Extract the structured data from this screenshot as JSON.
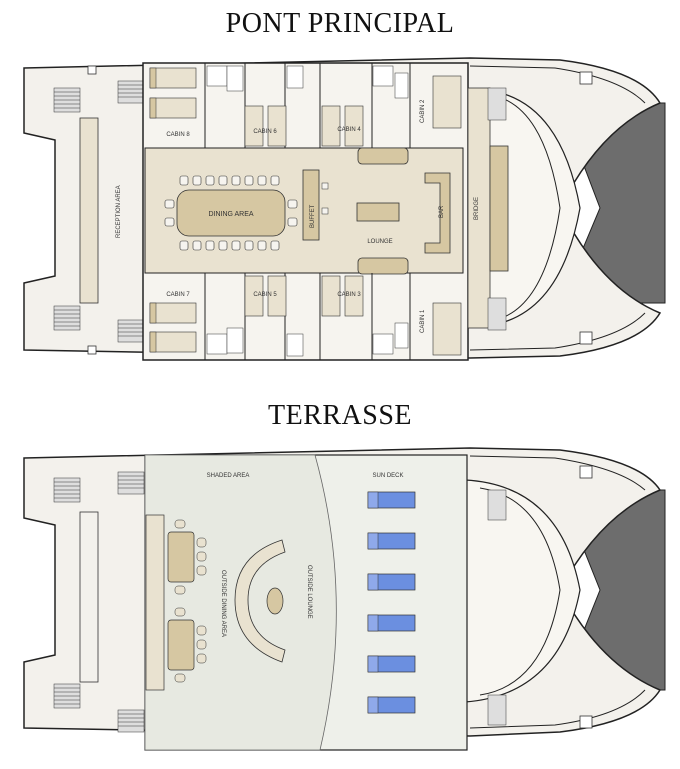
{
  "main_deck": {
    "title": "PONT PRINCIPAL",
    "rooms": {
      "reception": "RECEPTION AREA",
      "dining": "DINING AREA",
      "buffet": "BUFFET",
      "lounge": "LOUNGE",
      "bar": "BAR",
      "bridge": "BRIDGE",
      "cabin1": "CABIN 1",
      "cabin2": "CABIN 2",
      "cabin3": "CABIN 3",
      "cabin4": "CABIN 4",
      "cabin5": "CABIN 5",
      "cabin6": "CABIN 6",
      "cabin7": "CABIN 7",
      "cabin8": "CABIN 8"
    }
  },
  "sun_deck": {
    "title": "TERRASSE",
    "areas": {
      "shaded": "SHADED AREA",
      "sun_deck": "SUN DECK",
      "outside_dining": "OUTSIDE DINING AREA",
      "outside_lounge": "OUTSIDE LOUNGE"
    },
    "sunbed_count": 6
  },
  "colors": {
    "hull": "#f3f1ec",
    "interior": "#e9e2d0",
    "furniture": "#d6c7a2",
    "furniture_dark": "#c7b487",
    "sunbed": "#6b8fe0",
    "net": "#6d6d6d",
    "outline": "#222222",
    "shaded_area": "#e7e9e1",
    "sun_area": "#eef0ea"
  }
}
